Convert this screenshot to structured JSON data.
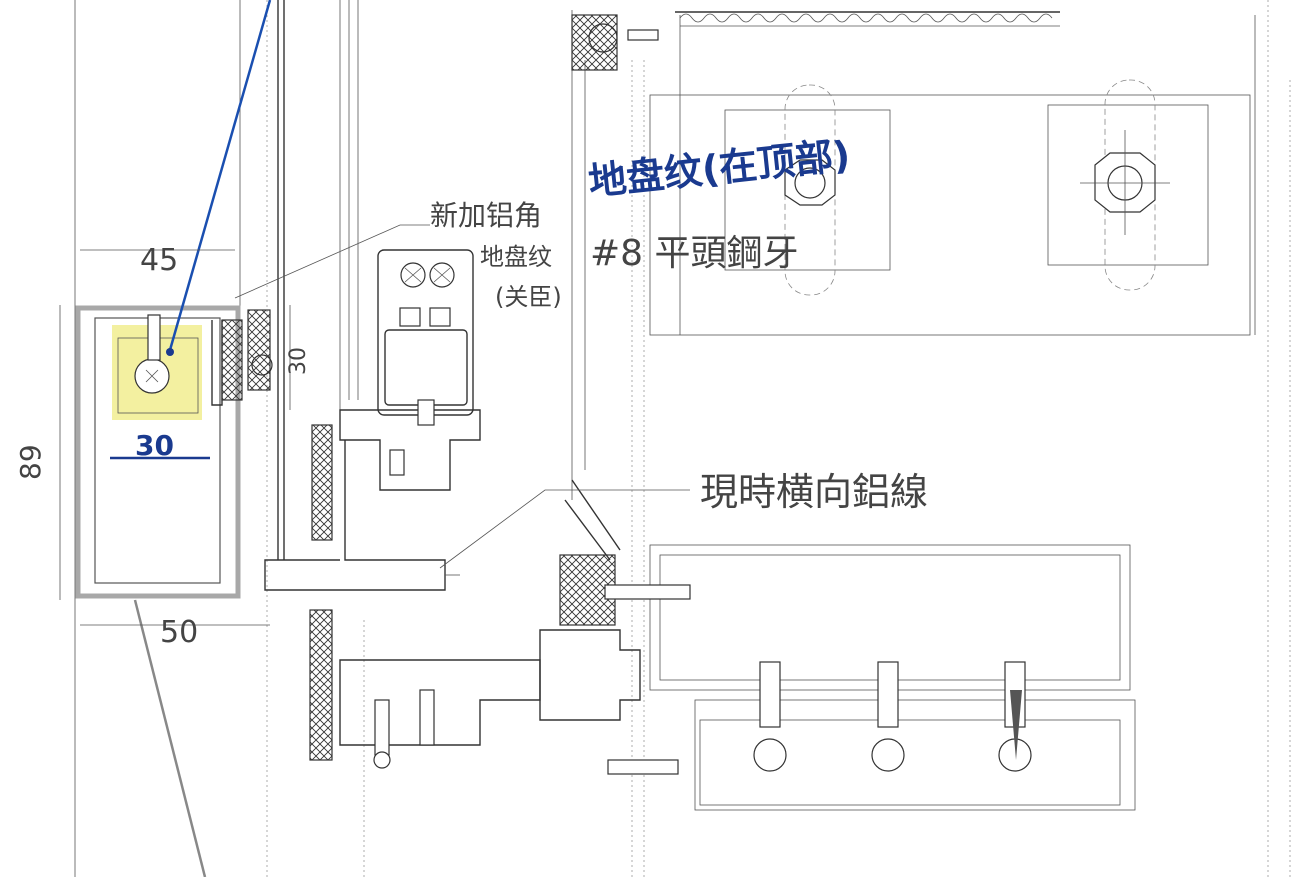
{
  "annotations": {
    "blue_title": "地盘纹(在顶部)",
    "blue_subtitle": "#8 平頭鋼牙",
    "pencil_note_top_1": "新加铝角",
    "pencil_note_top_2": "地盘纹",
    "pencil_note_top_3": "(关臣)",
    "pencil_note_right": "現時横向鋁線",
    "dim_45": "45",
    "dim_30_vertical": "30",
    "dim_30_blue": "30",
    "dim_89": "89",
    "dim_50": "50"
  },
  "colors": {
    "blue_ink": "#1a3a8f",
    "highlight_yellow": "#f3f0a0",
    "grey_box": "#a8a8a8",
    "pencil": "#444444"
  }
}
